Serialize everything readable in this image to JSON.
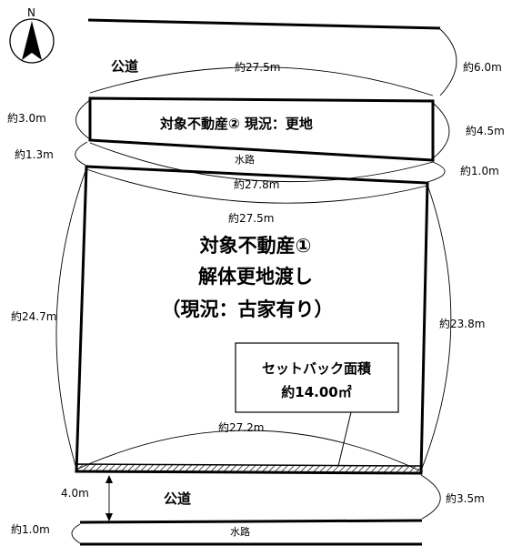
{
  "compass": {
    "letter": "N"
  },
  "roads": {
    "north": "公道",
    "south": "公道"
  },
  "waterways": {
    "middle": "水路",
    "bottom": "水路"
  },
  "parcel2": {
    "label": "対象不動産②  現況：更地"
  },
  "parcel1": {
    "line1": "対象不動産①",
    "line2": "解体更地渡し",
    "line3": "（現況：古家有り）"
  },
  "setback": {
    "line1": "セットバック面積",
    "line2": "約14.00㎡"
  },
  "dimensions": {
    "road_north_width": "約6.0m",
    "road_north_length": "約27.5m",
    "p2_left": "約3.0m",
    "p2_right": "約4.5m",
    "water_mid_left": "約1.3m",
    "water_mid_right": "約1.0m",
    "p1_top_outer": "約27.8m",
    "p1_top_inner": "約27.5m",
    "p1_left": "約24.7m",
    "p1_right": "約23.8m",
    "p1_bottom": "約27.2m",
    "road_south_left": "4.0m",
    "road_south_right": "約3.5m",
    "water_bottom": "約1.0m"
  }
}
